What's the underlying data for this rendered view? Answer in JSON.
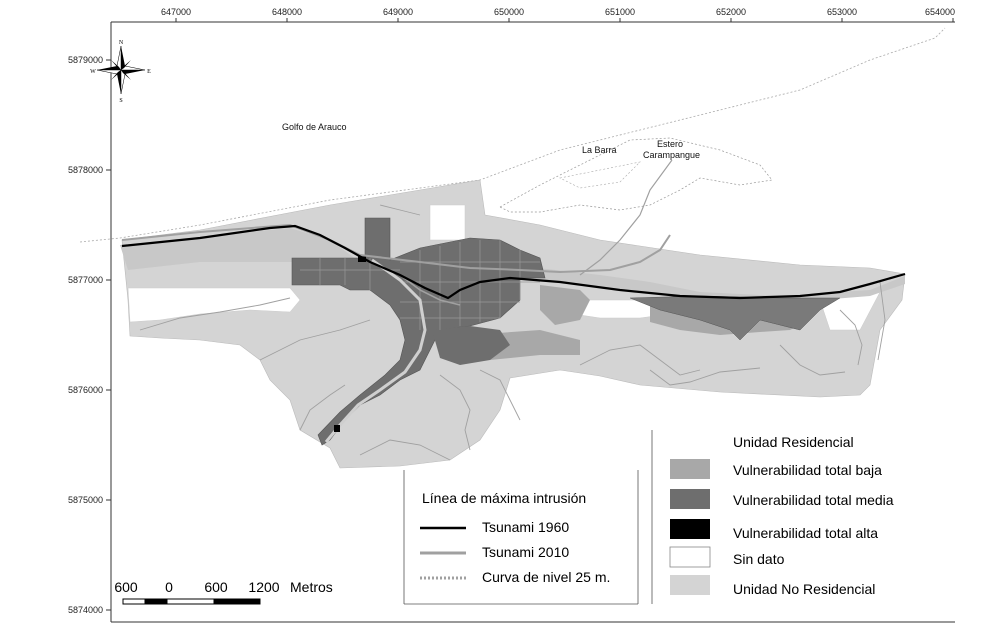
{
  "map": {
    "x_ticks": [
      "647000",
      "648000",
      "649000",
      "650000",
      "651000",
      "652000",
      "653000",
      "654000"
    ],
    "y_ticks": [
      "5879000",
      "5878000",
      "5877000",
      "5876000",
      "5875000",
      "5874000"
    ],
    "compass": {
      "n": "N",
      "s": "S",
      "e": "E",
      "w": "W"
    },
    "places": {
      "gulf": "Golfo de Arauco",
      "la_barra": "La Barra",
      "estero_line1": "Estero",
      "estero_line2": "Carampangue"
    }
  },
  "legend_lines": {
    "title": "Línea de máxima intrusión",
    "items": [
      {
        "label": "Tsunami 1960",
        "color": "#000000"
      },
      {
        "label": "Tsunami 2010",
        "color": "#a0a0a0"
      },
      {
        "label": "Curva de nivel 25 m.",
        "color": "#a0a0a0"
      }
    ]
  },
  "legend_units": {
    "title": "Unidad Residencial",
    "items": [
      {
        "label": "Vulnerabilidad total baja",
        "color": "#a8a8a8"
      },
      {
        "label": "Vulnerabilidad total media",
        "color": "#6e6e6e"
      },
      {
        "label": "Vulnerabilidad total alta",
        "color": "#000000"
      },
      {
        "label": "Sin dato",
        "color": "#ffffff"
      },
      {
        "label": "Unidad No Residencial",
        "color": "#d4d4d4"
      }
    ]
  },
  "scalebar": {
    "labels": [
      "600",
      "0",
      "600",
      "1200"
    ],
    "unit": "Metros"
  }
}
